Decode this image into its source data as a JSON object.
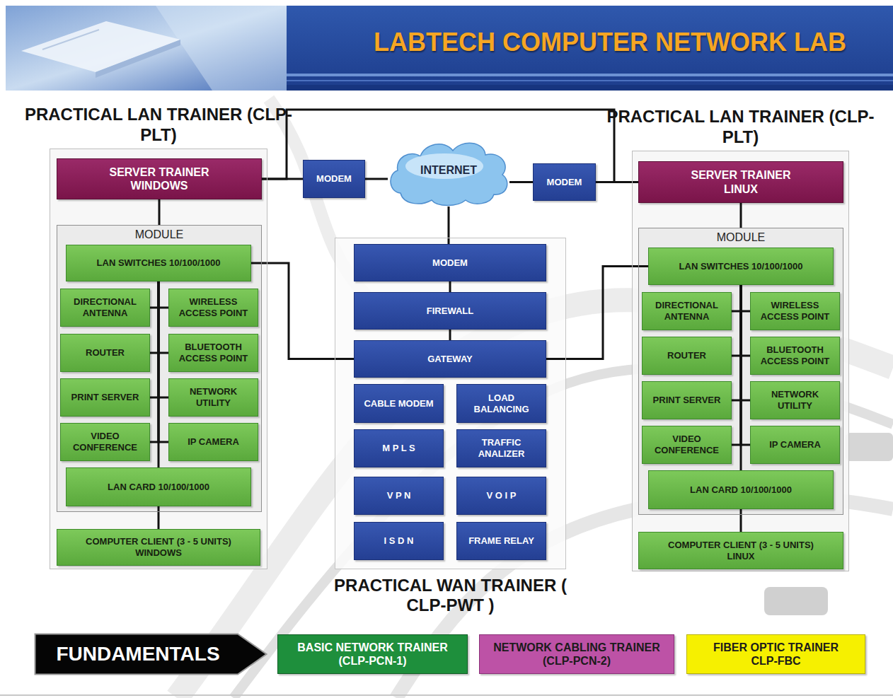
{
  "diagram": {
    "title": "LABTECH COMPUTER NETWORK LAB",
    "nodes": [
      {
        "text": [
          "PRACTICAL LAN TRAINER (CLP-PLT)"
        ]
      },
      {
        "text": [
          "SERVER TRAINER WINDOWS"
        ],
        "in": 0
      },
      {
        "text": [
          "MODULE"
        ],
        "in": 0
      },
      {
        "text": [
          "LAN SWITCHES 10/100/1000"
        ],
        "in": 2
      },
      {
        "text": [
          "DIRECTIONAL ANTENNA"
        ],
        "in": 2
      },
      {
        "text": [
          "WIRELESS ACCESS POINT"
        ],
        "in": 2
      },
      {
        "text": [
          "ROUTER"
        ],
        "in": 2
      },
      {
        "text": [
          "BLUETOOTH ACCESS POINT"
        ],
        "in": 2
      },
      {
        "text": [
          "PRINT SERVER"
        ],
        "in": 2
      },
      {
        "text": [
          "NETWORK UTILITY"
        ],
        "in": 2
      },
      {
        "text": [
          "VIDEO CONFERENCE"
        ],
        "in": 2
      },
      {
        "text": [
          "IP CAMERA"
        ],
        "in": 2
      },
      {
        "text": [
          "LAN CARD 10/100/1000"
        ],
        "in": 2
      },
      {
        "text": [
          "COMPUTER CLIENT (3 - 5 UNITS) WINDOWS"
        ],
        "in": 0
      },
      {
        "text": [
          "MODEM"
        ]
      },
      {
        "text": [
          "INTERNET"
        ]
      },
      {
        "text": [
          "MODEM"
        ]
      },
      {
        "text": [
          "PRACTICAL LAN TRAINER (CLP-PLT)"
        ]
      },
      {
        "text": [
          "SERVER TRAINER LINUX"
        ],
        "in": 17
      },
      {
        "text": [
          "MODULE"
        ],
        "in": 17
      },
      {
        "text": [
          "LAN SWITCHES 10/100/1000"
        ],
        "in": 19
      },
      {
        "text": [
          "DIRECTIONAL ANTENNA"
        ],
        "in": 19
      },
      {
        "text": [
          "WIRELESS ACCESS POINT"
        ],
        "in": 19
      },
      {
        "text": [
          "ROUTER"
        ],
        "in": 19
      },
      {
        "text": [
          "BLUETOOTH ACCESS POINT"
        ],
        "in": 19
      },
      {
        "text": [
          "PRINT SERVER"
        ],
        "in": 19
      },
      {
        "text": [
          "NETWORK UTILITY"
        ],
        "in": 19
      },
      {
        "text": [
          "VIDEO CONFERENCE"
        ],
        "in": 19
      },
      {
        "text": [
          "IP CAMERA"
        ],
        "in": 19
      },
      {
        "text": [
          "LAN CARD 10/100/1000"
        ],
        "in": 19
      },
      {
        "text": [
          "COMPUTER CLIENT (3 - 5 UNITS) LINUX"
        ],
        "in": 17
      },
      {
        "text": [
          "PRACTICAL WAN TRAINER ( CLP-PWT )"
        ]
      },
      {
        "text": [
          "MODEM"
        ],
        "in": 31
      },
      {
        "text": [
          "FIREWALL"
        ],
        "in": 31
      },
      {
        "text": [
          "GATEWAY"
        ],
        "in": 31
      },
      {
        "text": [
          "CABLE MODEM"
        ],
        "in": 31
      },
      {
        "text": [
          "LOAD BALANCING"
        ],
        "in": 31
      },
      {
        "text": [
          "M P L S"
        ],
        "in": 31
      },
      {
        "text": [
          "TRAFFIC ANALIZER"
        ],
        "in": 31
      },
      {
        "text": [
          "V P N"
        ],
        "in": 31
      },
      {
        "text": [
          "V O I P"
        ],
        "in": 31
      },
      {
        "text": [
          "I S D N"
        ],
        "in": 31
      },
      {
        "text": [
          "FRAME RELAY"
        ],
        "in": 31
      },
      {
        "text": [
          "FUNDAMENTALS"
        ]
      },
      {
        "text": [
          "BASIC NETWORK TRAINER (CLP-PCN-1)"
        ]
      },
      {
        "text": [
          "NETWORK CABLING TRAINER (CLP-PCN-2)"
        ]
      },
      {
        "text": [
          "FIBER OPTIC TRAINER CLP-FBC"
        ]
      }
    ],
    "edges": [
      {
        "from": 1,
        "to": 14,
        "arrow": "none"
      },
      {
        "from": 14,
        "to": 15,
        "arrow": "none"
      },
      {
        "from": 15,
        "to": 16,
        "arrow": "none"
      },
      {
        "from": 16,
        "to": 18,
        "arrow": "none"
      },
      {
        "from": 1,
        "to": 18,
        "arrow": "none"
      },
      {
        "from": 15,
        "to": 32,
        "arrow": "none"
      },
      {
        "from": 32,
        "to": 33,
        "arrow": "none"
      },
      {
        "from": 33,
        "to": 34,
        "arrow": "none"
      },
      {
        "from": 3,
        "to": 34,
        "arrow": "none"
      },
      {
        "from": 34,
        "to": 20,
        "arrow": "none"
      },
      {
        "from": 1,
        "to": 2,
        "arrow": "none"
      },
      {
        "from": 3,
        "to": 4,
        "arrow": "none"
      },
      {
        "from": 3,
        "to": 5,
        "arrow": "none"
      },
      {
        "from": 3,
        "to": 6,
        "arrow": "none"
      },
      {
        "from": 3,
        "to": 7,
        "arrow": "none"
      },
      {
        "from": 3,
        "to": 8,
        "arrow": "none"
      },
      {
        "from": 3,
        "to": 9,
        "arrow": "none"
      },
      {
        "from": 3,
        "to": 10,
        "arrow": "none"
      },
      {
        "from": 3,
        "to": 11,
        "arrow": "none"
      },
      {
        "from": 3,
        "to": 12,
        "arrow": "none"
      },
      {
        "from": 12,
        "to": 13,
        "arrow": "none"
      },
      {
        "from": 18,
        "to": 19,
        "arrow": "none"
      },
      {
        "from": 20,
        "to": 21,
        "arrow": "none"
      },
      {
        "from": 20,
        "to": 22,
        "arrow": "none"
      },
      {
        "from": 20,
        "to": 23,
        "arrow": "none"
      },
      {
        "from": 20,
        "to": 24,
        "arrow": "none"
      },
      {
        "from": 20,
        "to": 25,
        "arrow": "none"
      },
      {
        "from": 20,
        "to": 26,
        "arrow": "none"
      },
      {
        "from": 20,
        "to": 27,
        "arrow": "none"
      },
      {
        "from": 20,
        "to": 28,
        "arrow": "none"
      },
      {
        "from": 20,
        "to": 29,
        "arrow": "none"
      },
      {
        "from": 29,
        "to": 30,
        "arrow": "none"
      }
    ]
  }
}
